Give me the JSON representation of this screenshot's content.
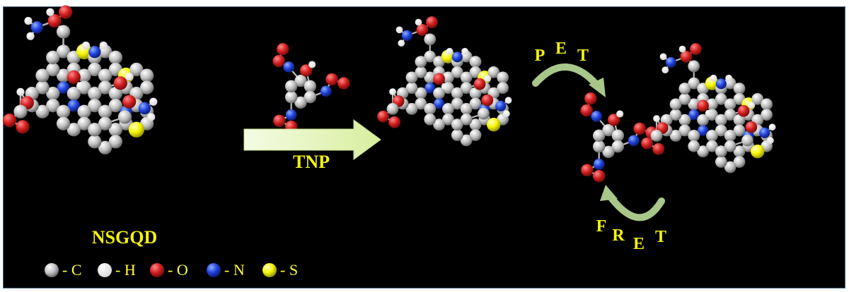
{
  "diagram": {
    "left_label": "NSGQD",
    "arrow_label": "TNP",
    "pet_letters": [
      "P",
      "E",
      "T"
    ],
    "fret_letters": [
      "F",
      "R",
      "E",
      "T"
    ]
  },
  "legend": [
    {
      "symbol": "- C",
      "color": "#cccccc"
    },
    {
      "symbol": "- H",
      "color": "#ffffff"
    },
    {
      "symbol": "- O",
      "color": "#d42020"
    },
    {
      "symbol": "- N",
      "color": "#2a66d8"
    },
    {
      "symbol": "- S",
      "color": "#f5f500"
    }
  ],
  "colors": {
    "carbon": "#c8c8c8",
    "hydrogen": "#ffffff",
    "oxygen": "#d42020",
    "nitrogen": "#2244dd",
    "sulfur": "#f5f500",
    "label": "#f2f20e",
    "arrow": "#e6f5c2",
    "curved_arrow": "#a8c88a"
  }
}
